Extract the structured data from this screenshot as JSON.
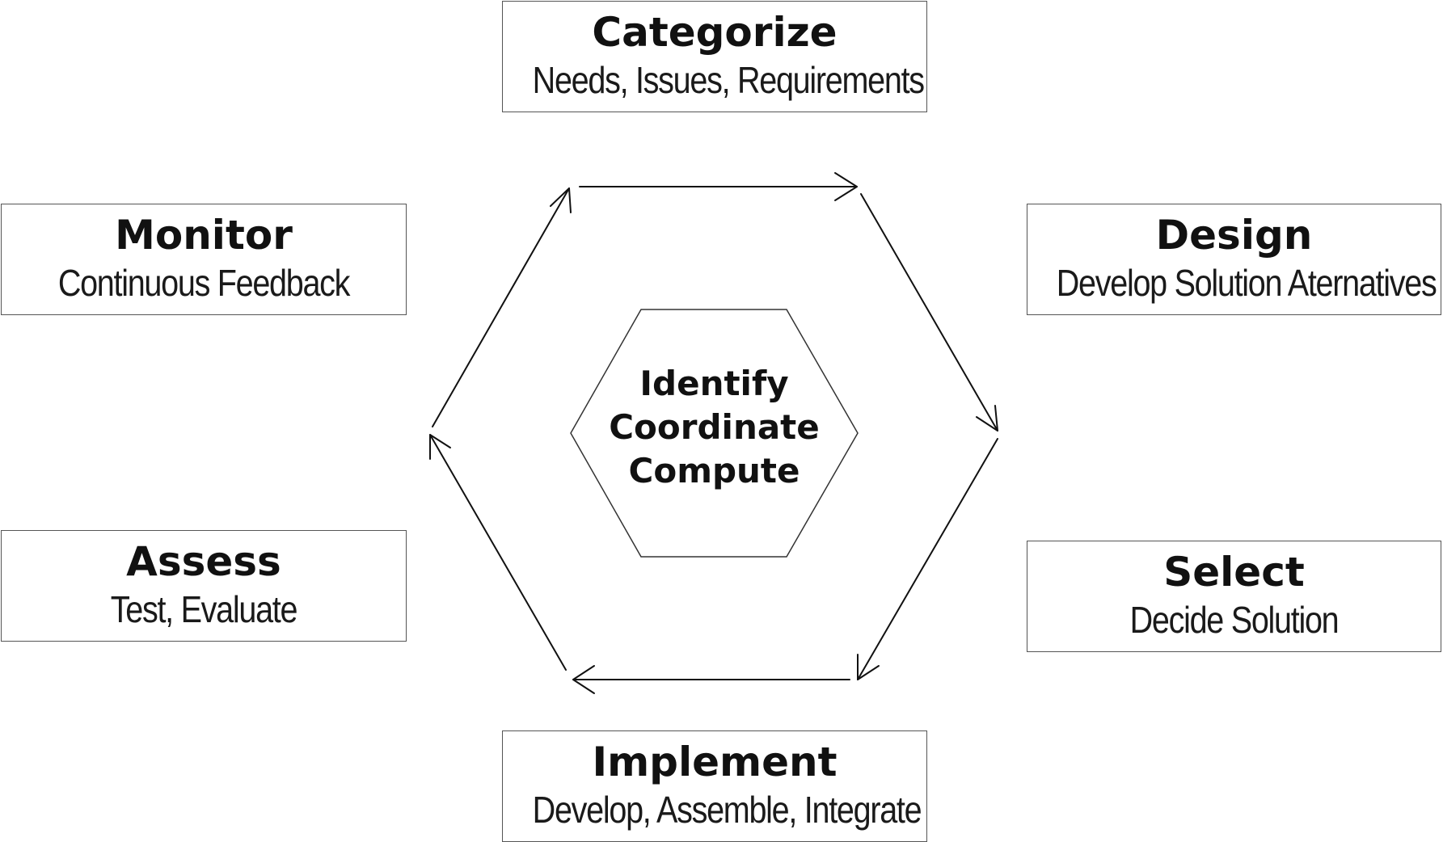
{
  "steps": {
    "categorize": {
      "title": "Categorize",
      "subtitle": "Needs, Issues, Requirements"
    },
    "design": {
      "title": "Design",
      "subtitle": "Develop Solution Aternatives"
    },
    "select": {
      "title": "Select",
      "subtitle": "Decide Solution"
    },
    "implement": {
      "title": "Implement",
      "subtitle": "Develop, Assemble, Integrate"
    },
    "assess": {
      "title": "Assess",
      "subtitle": "Test, Evaluate"
    },
    "monitor": {
      "title": "Monitor",
      "subtitle": "Continuous Feedback"
    }
  },
  "center": {
    "line1": "Identify",
    "line2": "Coordinate",
    "line3": "Compute"
  },
  "colors": {
    "line": "#111111",
    "box_border": "#555555",
    "text": "#111111"
  }
}
